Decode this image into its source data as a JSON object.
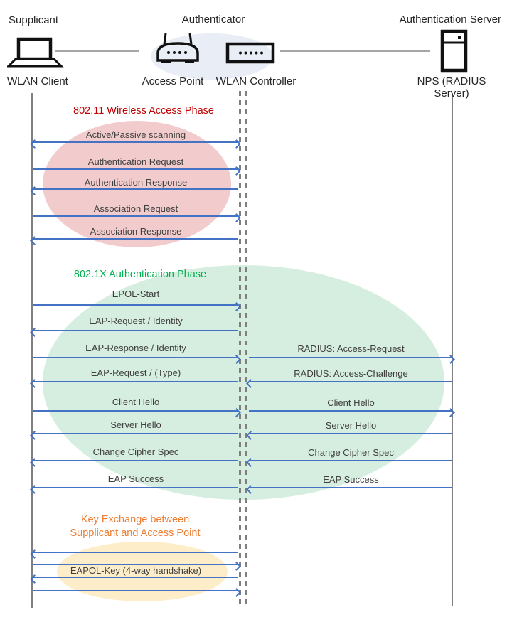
{
  "actors": {
    "roles": [
      {
        "label": "Supplicant"
      },
      {
        "label": "Authenticator"
      },
      {
        "label": "Authentication Server"
      }
    ],
    "nodes": [
      {
        "label": "WLAN Client",
        "icon": "laptop-icon"
      },
      {
        "label": "Access Point",
        "icon": "access-point-icon"
      },
      {
        "label": "WLAN Controller",
        "icon": "wlan-controller-icon"
      },
      {
        "label": "NPS (RADIUS Server)",
        "icon": "server-icon"
      }
    ]
  },
  "phases": [
    {
      "title": "802.11 Wireless Access Phase",
      "color": "#C00000",
      "fill": "#F2CCCD"
    },
    {
      "title": "802.1X Authentication Phase",
      "color": "#00B050",
      "fill": "#D6EEDF"
    },
    {
      "title_line1": "Key Exchange between",
      "title_line2": "Supplicant and Access Point",
      "color": "#ED7D31",
      "fill": "#FDEDC9"
    }
  ],
  "messages": {
    "phase1": [
      {
        "label": "Active/Passive scanning",
        "dir": "both"
      },
      {
        "label": "Authentication Request",
        "dir": "right"
      },
      {
        "label": "Authentication Response",
        "dir": "left"
      },
      {
        "label": "Association Request",
        "dir": "right"
      },
      {
        "label": "Association Response",
        "dir": "left"
      }
    ],
    "phase2_client_segment": [
      {
        "label": "EPOL-Start",
        "dir": "right"
      },
      {
        "label": "EAP-Request / Identity",
        "dir": "left"
      },
      {
        "label": "EAP-Response / Identity",
        "dir": "right"
      },
      {
        "label": "EAP-Request / (Type)",
        "dir": "left"
      },
      {
        "label": "Client Hello",
        "dir": "right"
      },
      {
        "label": "Server Hello",
        "dir": "left"
      },
      {
        "label": "Change Cipher Spec",
        "dir": "left"
      },
      {
        "label": "EAP Success",
        "dir": "left"
      }
    ],
    "phase2_server_segment": [
      {
        "label": "RADIUS: Access-Request",
        "dir": "right"
      },
      {
        "label": "RADIUS: Access-Challenge",
        "dir": "left"
      },
      {
        "label": "Client Hello",
        "dir": "right"
      },
      {
        "label": "Server Hello",
        "dir": "left"
      },
      {
        "label": "Change Cipher Spec",
        "dir": "left"
      },
      {
        "label": "EAP Success",
        "dir": "left"
      }
    ],
    "phase3": [
      {
        "label": "",
        "dir": "left"
      },
      {
        "label": "",
        "dir": "right"
      },
      {
        "label": "EAPOL-Key (4-way handshake)",
        "dir": "left"
      },
      {
        "label": "",
        "dir": "right"
      }
    ]
  },
  "colors": {
    "arrow": "#4472C4",
    "lifeline": "#808080",
    "dashed_lifeline": "#7F7F7F",
    "connector": "#A6A6A6",
    "message_text": "#404040",
    "actor_text": "#262626",
    "authenticator_fill": "#E9EDF6"
  }
}
